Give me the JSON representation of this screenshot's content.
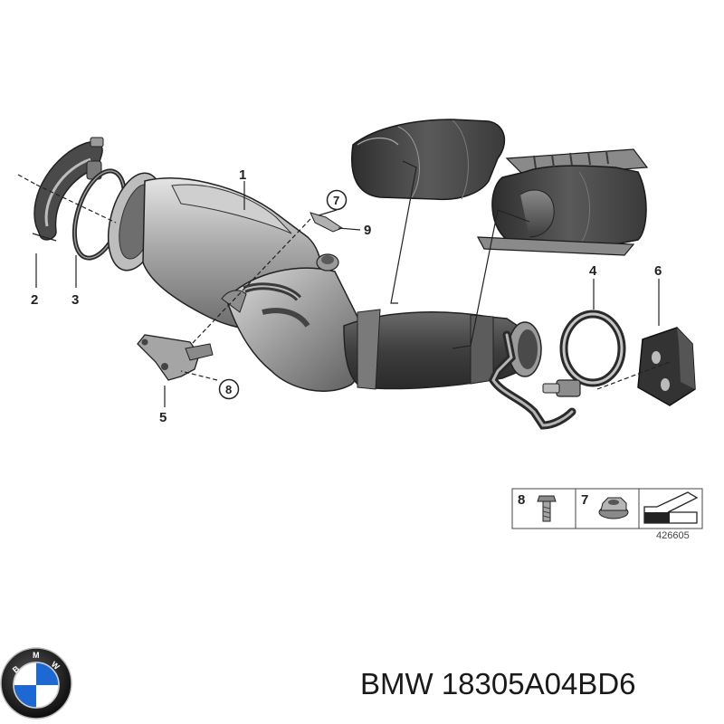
{
  "diagram": {
    "callouts": {
      "c1": "1",
      "c2": "2",
      "c3": "3",
      "c4": "4",
      "c5": "5",
      "c6": "6",
      "c7": "7",
      "c8": "8",
      "c9": "9"
    },
    "legend": {
      "bolt_num": "8",
      "nut_num": "7",
      "figure_id": "426605"
    }
  },
  "caption": {
    "brand": "BMW",
    "part_number": "18305A04BD6"
  },
  "colors": {
    "brand_blue": "#1c69d4",
    "line": "#222222",
    "metal_light": "#d8d8d8",
    "metal_dark": "#5a5a5a",
    "shield_dark": "#3e3e3e"
  }
}
